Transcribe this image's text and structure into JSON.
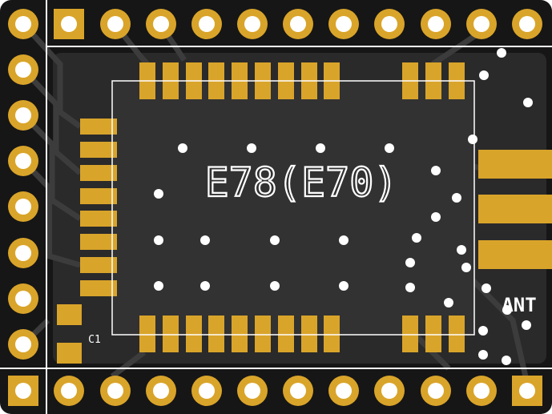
{
  "module_label": "E78(E70)",
  "antenna_label": "ANT",
  "capacitor_label": "C1",
  "colors": {
    "board": "#161616",
    "pour": "#2f2f2f",
    "trace": "#3a3a3a",
    "copper": "#d9a42a",
    "silk": "#ffffff",
    "drill": "#ffffff"
  }
}
